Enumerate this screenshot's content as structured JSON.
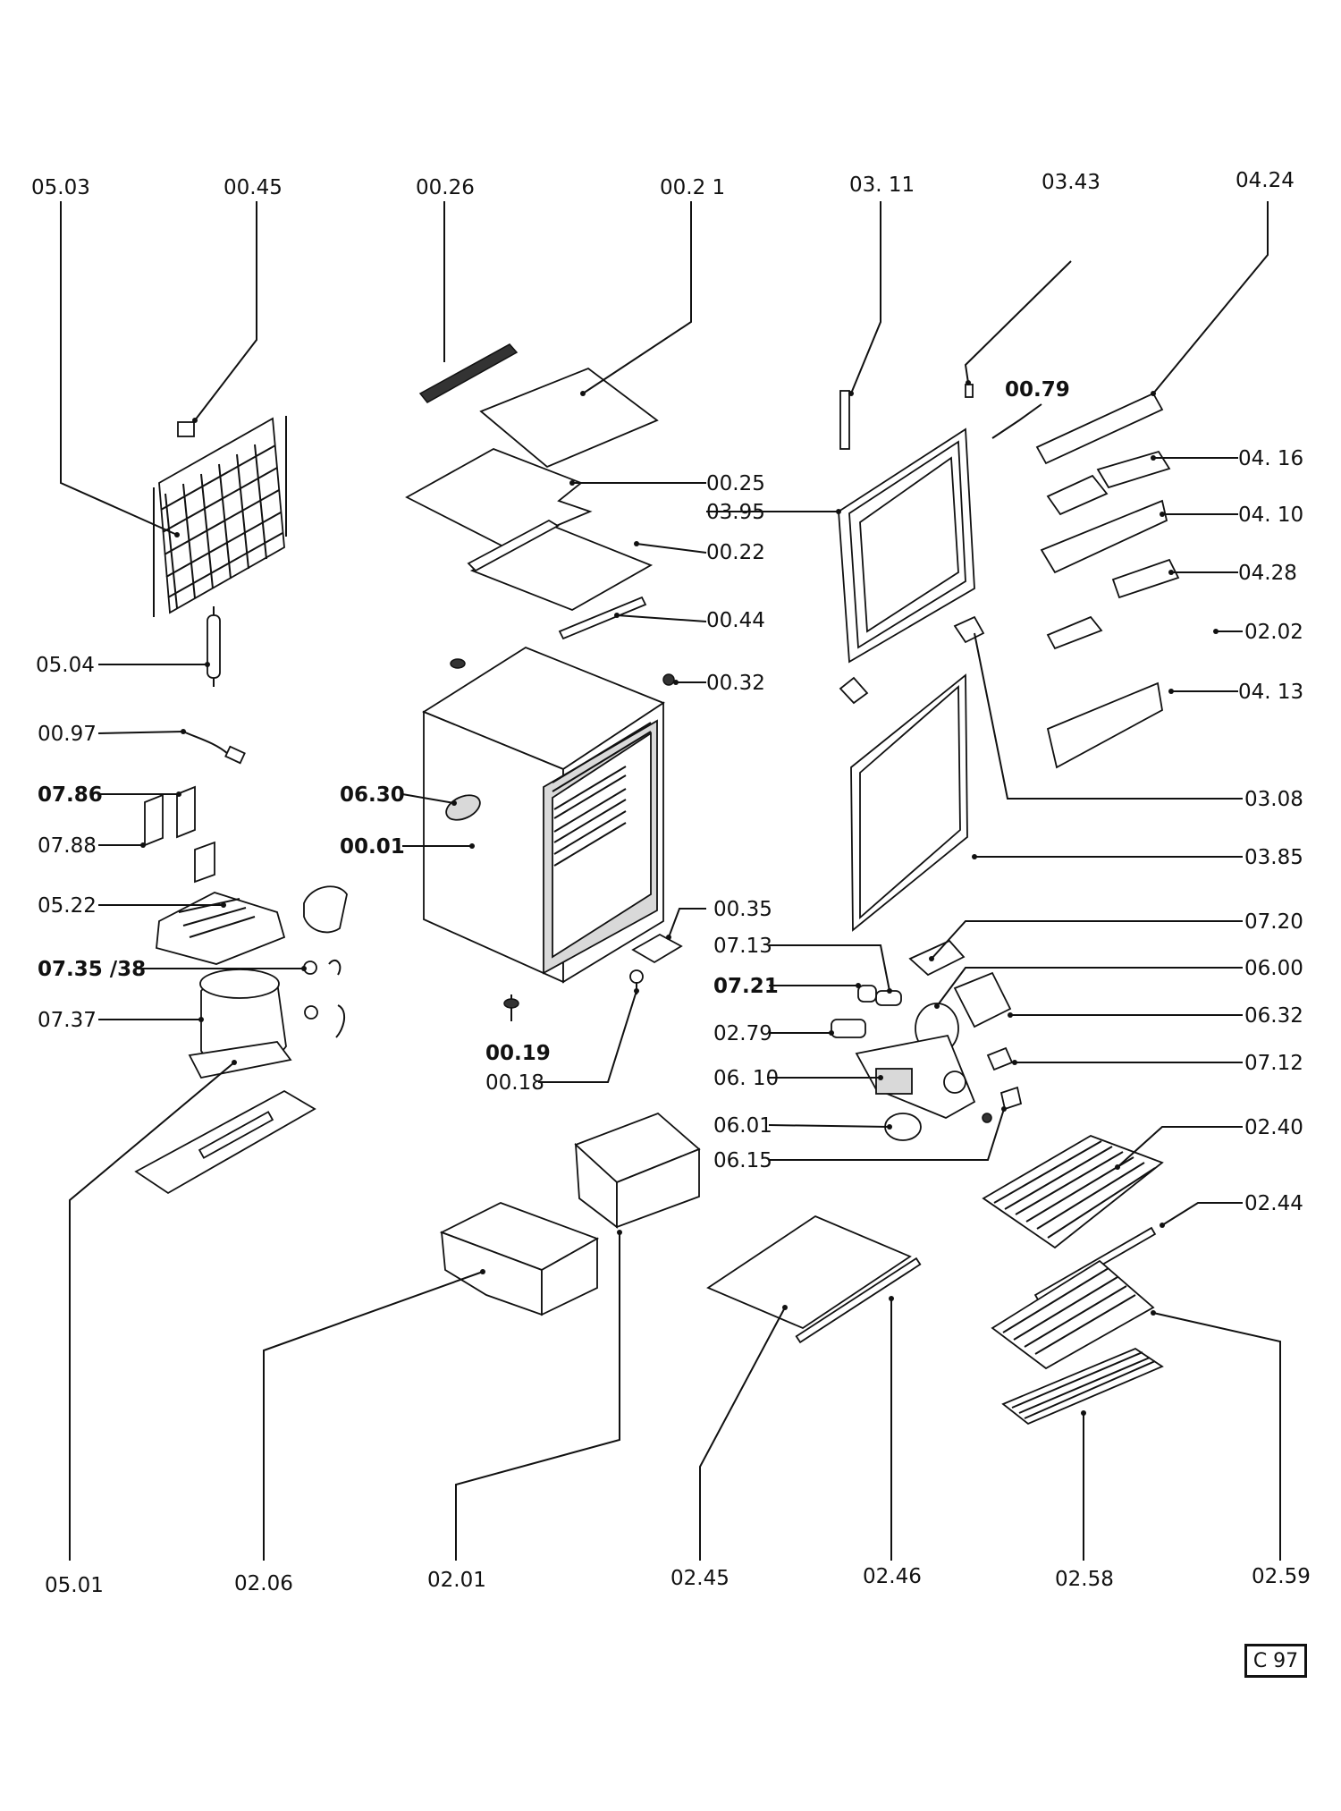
{
  "diagram_tag": "C 97",
  "labels": {
    "p0503": "05.03",
    "p0045": "00.45",
    "p0026": "00.26",
    "p0021": "00.2 1",
    "p0311": "03. 11",
    "p0343": "03.43",
    "p0424": "04.24",
    "p0079": "00.79",
    "p0025": "00.25",
    "p0395": "03.95",
    "p0416": "04. 16",
    "p0410": "04. 10",
    "p0022": "00.22",
    "p0428": "04.28",
    "p0044": "00.44",
    "p0202": "02.02",
    "p0504": "05.04",
    "p0032": "00.32",
    "p0413": "04. 13",
    "p0097": "00.97",
    "p0786": "07.86",
    "p0630": "06.30",
    "p0308": "03.08",
    "p0788": "07.88",
    "p0001": "00.01",
    "p0385": "03.85",
    "p0522": "05.22",
    "p0035": "00.35",
    "p0720": "07.20",
    "p0713": "07.13",
    "p0735": "07.35 /38",
    "p0600": "06.00",
    "p0721": "07.21",
    "p0737": "07.37",
    "p0632": "06.32",
    "p0279": "02.79",
    "p0019": "00.19",
    "p0712": "07.12",
    "p0018": "00.18",
    "p0610": "06. 10",
    "p0240": "02.40",
    "p0601": "06.01",
    "p0615": "06.15",
    "p0244": "02.44",
    "p0501": "05.01",
    "p0206": "02.06",
    "p0201": "02.01",
    "p0245": "02.45",
    "p0246": "02.46",
    "p0258": "02.58",
    "p0259": "02.59"
  }
}
